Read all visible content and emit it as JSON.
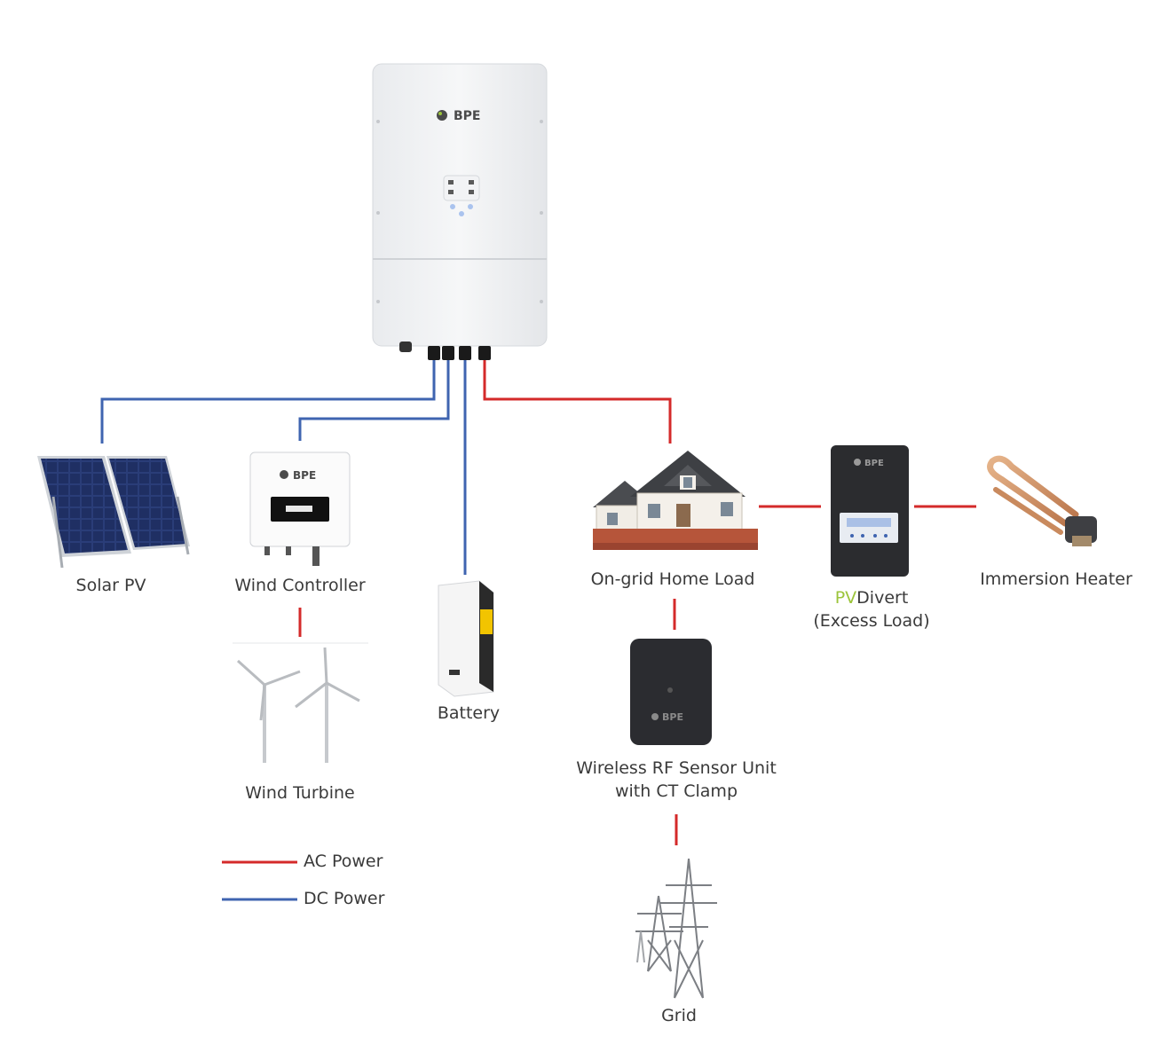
{
  "diagram": {
    "inverter": {
      "brand": "BPE"
    },
    "nodes": {
      "solar_pv": "Solar PV",
      "wind_controller": "Wind Controller",
      "wind_controller_brand": "BPE",
      "wind_turbine": "Wind Turbine",
      "battery": "Battery",
      "home_load": "On-grid Home Load",
      "pvdivert_prefix": "PV",
      "pvdivert_suffix": "Divert",
      "pvdivert_sub": "(Excess Load)",
      "pvdivert_brand": "BPE",
      "immersion_heater": "Immersion Heater",
      "rf_sensor_line1": "Wireless RF Sensor Unit",
      "rf_sensor_line2": "with CT Clamp",
      "rf_sensor_brand": "BPE",
      "grid": "Grid"
    },
    "legend": [
      {
        "label": "AC Power",
        "color": "#d42a2a"
      },
      {
        "label": "DC Power",
        "color": "#3f64b0"
      }
    ]
  }
}
